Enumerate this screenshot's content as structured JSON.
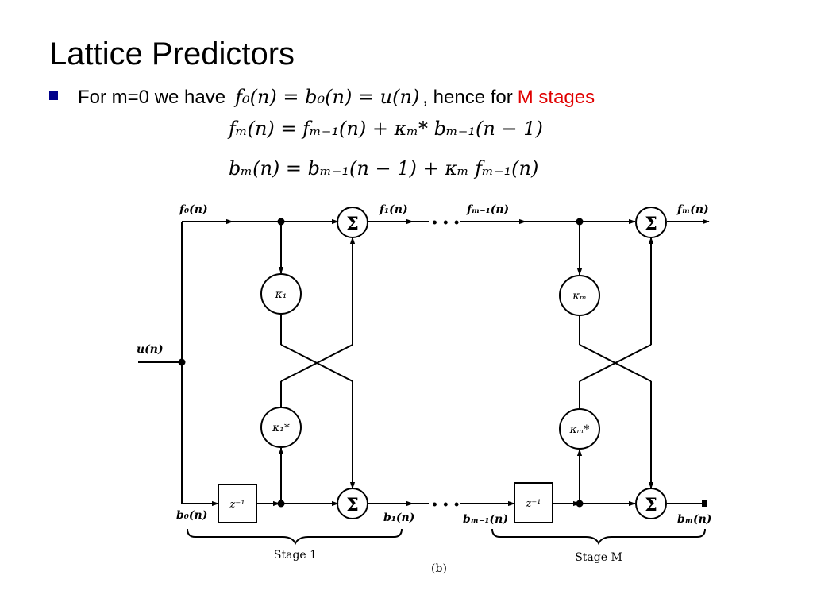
{
  "slide": {
    "title": "Lattice Predictors",
    "bullet": {
      "prefix": "For m=0 we have",
      "inline_eq": "f₀(n) = b₀(n) = u(n)",
      "middle": ", hence for",
      "highlight": "M stages",
      "highlight_color": "#e00000",
      "bullet_color": "#00008b"
    },
    "equations": [
      "fₘ(n) = fₘ₋₁(n) + κₘ* bₘ₋₁(n − 1)",
      "bₘ(n) = bₘ₋₁(n − 1) + κₘ fₘ₋₁(n)"
    ]
  },
  "diagram": {
    "input": "u(n)",
    "signals": {
      "f0": "f₀(n)",
      "f1": "f₁(n)",
      "fM_1": "fₘ₋₁(n)",
      "fM": "fₘ(n)",
      "b0": "b₀(n)",
      "b1": "b₁(n)",
      "bM_1": "bₘ₋₁(n)",
      "bM": "bₘ(n)"
    },
    "coefficients": {
      "k1": "κ₁",
      "k1_conj": "κ₁*",
      "kM": "κₘ",
      "kM_conj": "κₘ*"
    },
    "delay": "z⁻¹",
    "sum_symbol": "Σ",
    "ellipsis": "• • •",
    "stage1_label": "Stage 1",
    "stageM_label": "Stage M",
    "caption": "(b)"
  }
}
